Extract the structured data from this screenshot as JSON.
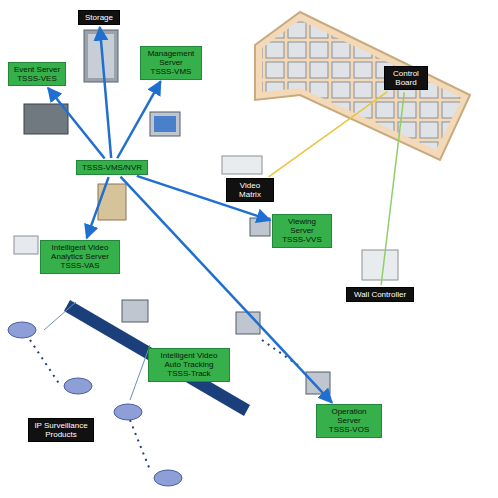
{
  "diagram": {
    "nodes": [
      {
        "text": [
          "Storage"
        ]
      },
      {
        "text": [
          "Event Server",
          "TSSS-VES"
        ]
      },
      {
        "text": [
          "Management Server",
          "TSSS-VMS"
        ]
      },
      {
        "text": [
          "TSSS-VMS/NVR"
        ]
      },
      {
        "text": [
          "Intelligent Video Analytics Server",
          "TSSS-VAS"
        ]
      },
      {
        "text": [
          "Viewing Server",
          "TSSS-VVS"
        ]
      },
      {
        "text": [
          "Video Matrix"
        ]
      },
      {
        "text": [
          "Wall Controller"
        ]
      },
      {
        "text": [
          "Control Board"
        ]
      },
      {
        "text": [
          "Intelligent Video Auto Tracking",
          "TSSS-Track"
        ]
      },
      {
        "text": [
          "IP Surveillance Products"
        ]
      },
      {
        "text": [
          "Operation Server",
          "TSSS-VOS"
        ]
      }
    ],
    "edges": [
      {
        "from": 3,
        "to": 0,
        "arrow": "to"
      },
      {
        "from": 3,
        "to": 1,
        "arrow": "to"
      },
      {
        "from": 3,
        "to": 2,
        "arrow": "to"
      },
      {
        "from": 3,
        "to": 4,
        "arrow": "to"
      },
      {
        "from": 3,
        "to": 5,
        "arrow": "to"
      },
      {
        "from": 3,
        "to": 11,
        "arrow": "to"
      },
      {
        "from": 6,
        "to": 8,
        "arrow": "none"
      },
      {
        "from": 7,
        "to": 8,
        "arrow": "none"
      }
    ]
  }
}
